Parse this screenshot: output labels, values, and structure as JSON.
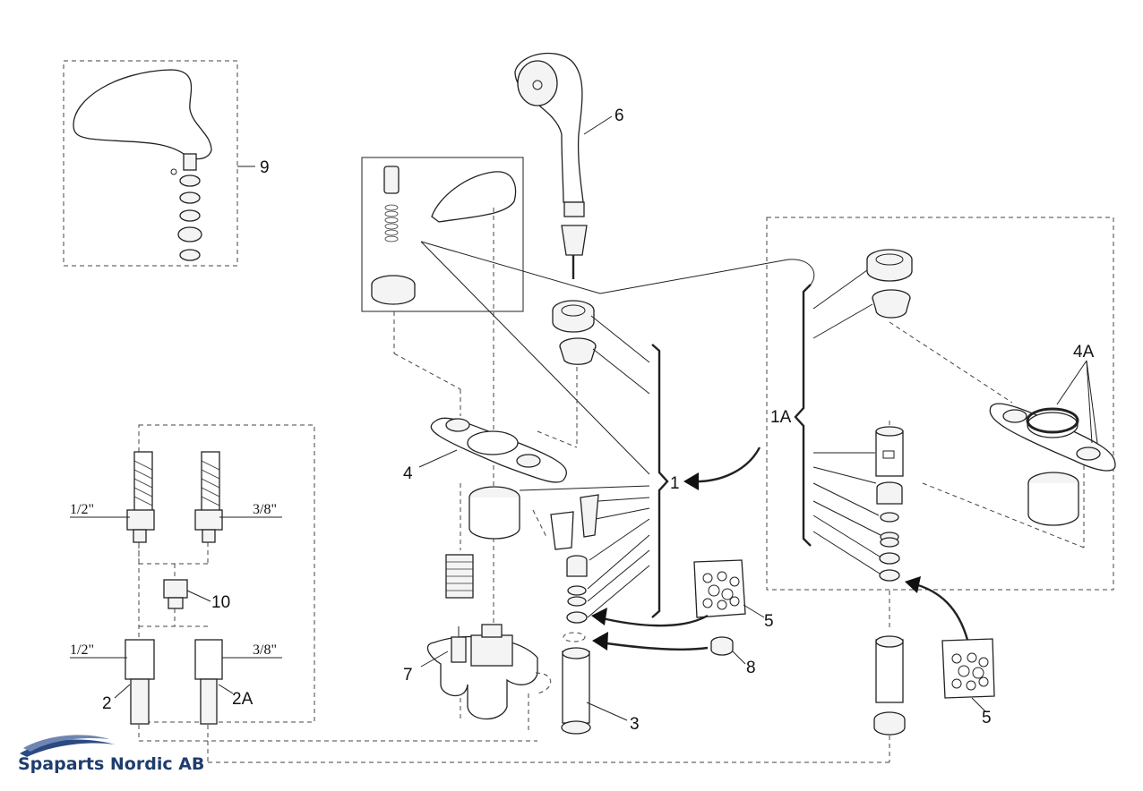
{
  "labels": {
    "p1": "1",
    "p1a": "1A",
    "p2": "2",
    "p2a": "2A",
    "p3": "3",
    "p4": "4",
    "p4a": "4A",
    "p5": "5",
    "p5b": "5",
    "p6": "6",
    "p7": "7",
    "p8": "8",
    "p9": "9",
    "p10": "10"
  },
  "hose_sizes": {
    "top_left": "1/2\"",
    "top_right": "3/8\"",
    "bottom_left": "1/2\"",
    "bottom_right": "3/8\""
  },
  "brand": {
    "name": "Spaparts Nordic AB",
    "logo_color": "#2c4a82"
  },
  "colors": {
    "line": "#222222",
    "dashed": "#444444",
    "background": "#ffffff"
  }
}
